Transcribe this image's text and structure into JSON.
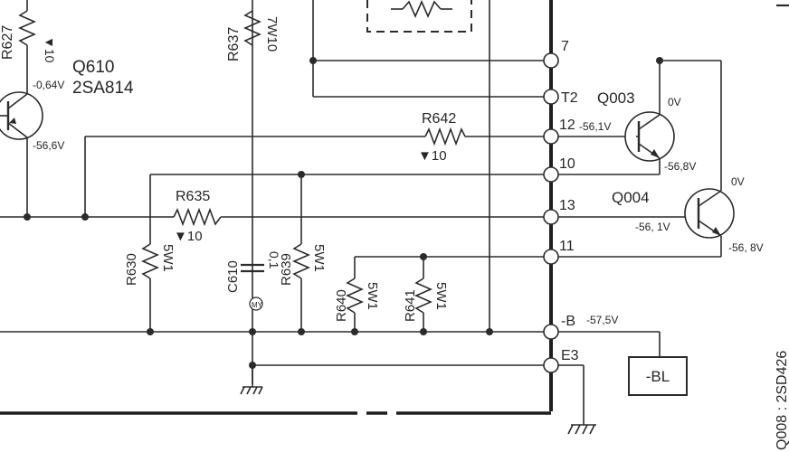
{
  "transistors": {
    "q610": {
      "ref": "Q610",
      "part": "2SA814",
      "v_base": "-0,64V",
      "v_collector": "-56,6V"
    },
    "q003": {
      "ref": "Q003",
      "v_collector": "0V",
      "v_base": "-56,1V",
      "v_emitter": "-56,8V"
    },
    "q004": {
      "ref": "Q004",
      "v_collector": "0V",
      "v_base": "-56, 1V",
      "v_emitter": "-56, 8V"
    }
  },
  "resistors": {
    "r627": {
      "ref": "R627",
      "value": "▼10"
    },
    "r637": {
      "ref": "R637",
      "value": "7W10"
    },
    "r642": {
      "ref": "R642",
      "value": "▼10"
    },
    "r635": {
      "ref": "R635",
      "value": "▼10"
    },
    "r630": {
      "ref": "R630",
      "value": "5W1"
    },
    "r639": {
      "ref": "R639",
      "value": "5W1"
    },
    "r640": {
      "ref": "R640",
      "value": "5W1"
    },
    "r641": {
      "ref": "R641",
      "value": "5W1"
    }
  },
  "capacitor": {
    "ref": "C610",
    "value": "0,1",
    "type_mark": "MY"
  },
  "terminals": [
    {
      "label": "7"
    },
    {
      "label": "T2"
    },
    {
      "label": "12"
    },
    {
      "label": "10"
    },
    {
      "label": "13"
    },
    {
      "label": "11"
    },
    {
      "label": "-B"
    },
    {
      "label": "E3"
    }
  ],
  "supply_voltage": "-57,5V",
  "bl_box": "-BL",
  "side_note": "Q008 : 2SD426"
}
